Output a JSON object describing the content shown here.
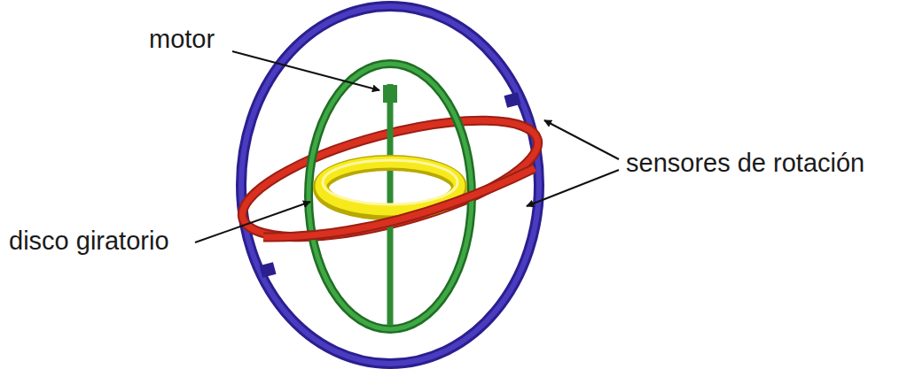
{
  "diagram": {
    "labels": [
      "motor",
      "disco giratorio",
      "sensores de rotación"
    ]
  }
}
